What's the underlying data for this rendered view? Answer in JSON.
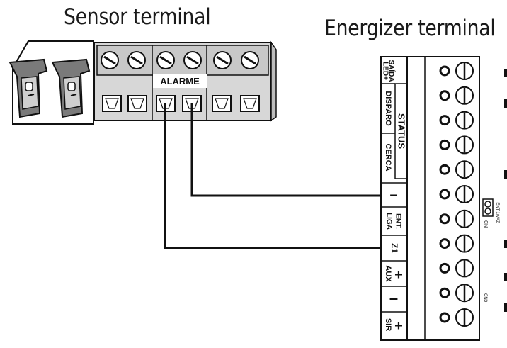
{
  "titles": {
    "sensor": "Sensor terminal",
    "energizer": "Energizer terminal"
  },
  "sensor_block": {
    "alarm_label": "ALARME"
  },
  "energizer_block": {
    "status_group_label": "STATUS",
    "pins": [
      {
        "id": "saida-led",
        "lines": [
          "SAÍDA",
          "LED+"
        ]
      },
      {
        "id": "disparo",
        "lines": [
          "DISPARO"
        ]
      },
      {
        "id": "cerca",
        "lines": [
          "CERCA"
        ]
      },
      {
        "id": "gnd",
        "lines": [
          "–"
        ]
      },
      {
        "id": "ent-liga",
        "lines": [
          "ENT.",
          "LIGA"
        ]
      },
      {
        "id": "z1",
        "lines": [
          "Z1"
        ]
      },
      {
        "id": "aux-plus",
        "lines": [
          "+"
        ]
      },
      {
        "id": "aux-label",
        "lines": [
          "AUX"
        ]
      },
      {
        "id": "aux-minus",
        "lines": [
          "–"
        ]
      },
      {
        "id": "sir-plus",
        "lines": [
          "+"
        ]
      },
      {
        "id": "sir-label",
        "lines": [
          "SIR"
        ]
      }
    ],
    "jumper_label": "ENT.1/VAZ",
    "jumper_sub": "CN",
    "board_ref": "CN3"
  }
}
